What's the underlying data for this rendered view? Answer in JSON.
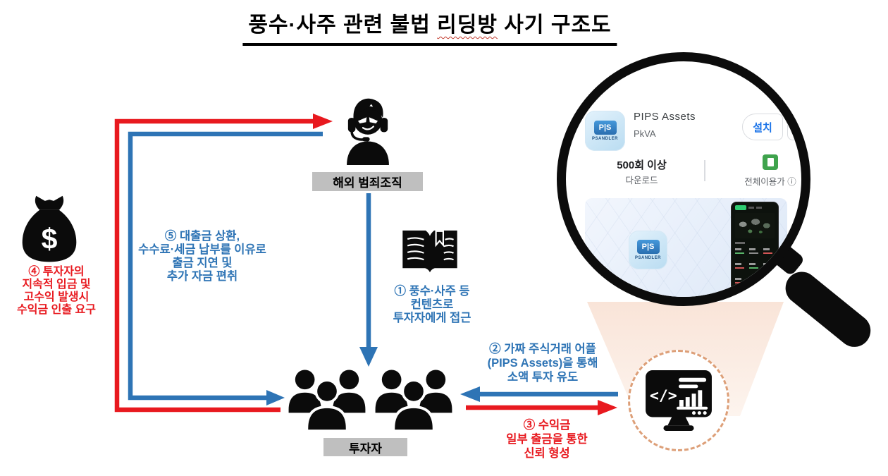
{
  "title": {
    "pre": "풍수·사주 관련 불법 ",
    "highlight": "리딩방",
    "post": " 사기 구조도"
  },
  "nodes": {
    "criminal_org": {
      "label": "해외 범죄조직"
    },
    "investors": {
      "label": "투자자"
    }
  },
  "steps": {
    "s1": {
      "lines": [
        "① 풍수·사주 등",
        "컨텐츠로",
        "투자자에게 접근"
      ],
      "color": "#2e74b5"
    },
    "s2": {
      "lines": [
        "② 가짜 주식거래 어플",
        "(PIPS Assets)을 통해",
        "소액 투자 유도"
      ],
      "color": "#2e74b5"
    },
    "s3": {
      "lines": [
        "③ 수익금",
        "일부 출금을 통한",
        "신뢰 형성"
      ],
      "color": "#e8191f"
    },
    "s4": {
      "lines": [
        "④ 투자자의",
        "지속적 입금 및",
        "고수익 발생시",
        "수익금 인출 요구"
      ],
      "color": "#e8191f"
    },
    "s5": {
      "lines": [
        "⑤ 대출금 상환,",
        "수수료·세금 납부를 이유로",
        "출금 지연 및",
        "추가 자금 편취"
      ],
      "color": "#2e74b5"
    }
  },
  "app_listing": {
    "name": "PIPS Assets",
    "developer": "PkVA",
    "install_label": "설치",
    "downloads_count": "500회 이상",
    "downloads_label": "다운로드",
    "rating_label": "전체이용가",
    "rating_info": "ⓘ",
    "logo_text": "P|S",
    "logo_brand": "PSANDLER"
  },
  "icons": {
    "criminal": "headset-scammer-icon",
    "investors": "people-group-icon",
    "content": "open-book-icon",
    "funds": "money-bag-icon",
    "platform": "code-monitor-icon",
    "inspect": "magnifier-icon"
  },
  "colors": {
    "flow_blue": "#2e74b5",
    "flow_red": "#e8191f",
    "node_label_bg": "#bfbfbf",
    "beam_cone": "#fbe9df",
    "dashed_circle": "#dd9f78",
    "install_blue": "#1a73e8",
    "rating_green": "#3fa34d"
  }
}
